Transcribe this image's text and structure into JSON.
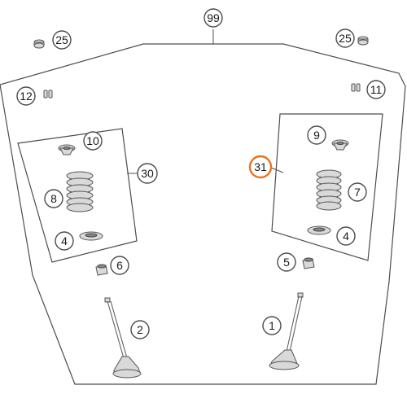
{
  "colors": {
    "line": "#4d4d4d",
    "part_fill": "#d9d9d9",
    "part_dark": "#8a8a8a",
    "highlight": "#e8731d",
    "background": "#ffffff"
  },
  "callouts": {
    "c99": "99",
    "c25_left": "25",
    "c25_right": "25",
    "c12": "12",
    "c11": "11",
    "c10": "10",
    "c30": "30",
    "c8": "8",
    "c4_left": "4",
    "c6": "6",
    "c2": "2",
    "c9": "9",
    "c31": "31",
    "c7": "7",
    "c4_right": "4",
    "c5": "5",
    "c1": "1"
  },
  "highlighted_callout": "31"
}
